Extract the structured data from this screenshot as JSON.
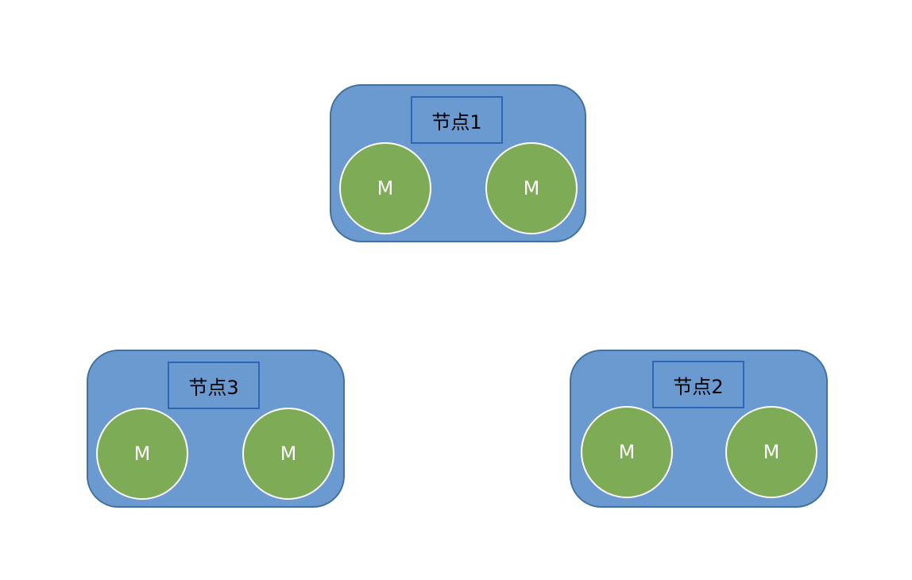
{
  "nodes": [
    {
      "label": "节点1",
      "modules": [
        "M",
        "M"
      ]
    },
    {
      "label": "节点2",
      "modules": [
        "M",
        "M"
      ]
    },
    {
      "label": "节点3",
      "modules": [
        "M",
        "M"
      ]
    }
  ],
  "colors": {
    "node_fill": "#6b9ad0",
    "node_border": "#41719c",
    "label_border": "#2f66b5",
    "module_fill": "#7dab56",
    "module_border": "#ffffff"
  }
}
